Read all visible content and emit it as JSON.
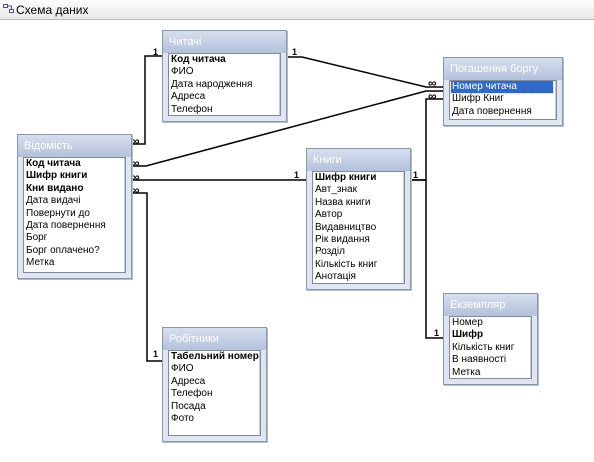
{
  "window": {
    "title": "Схема даних",
    "icon": "relationships-icon"
  },
  "tables": {
    "chitachi": {
      "title": "Читачі",
      "fields": [
        {
          "name": "Код читача",
          "pk": true
        },
        {
          "name": "ФИО",
          "pk": false
        },
        {
          "name": "Дата народження",
          "pk": false
        },
        {
          "name": "Адреса",
          "pk": false
        },
        {
          "name": "Телефон",
          "pk": false
        }
      ]
    },
    "pogashennya": {
      "title": "Погашення боргу",
      "fields": [
        {
          "name": "Номер читача",
          "pk": false,
          "selected": true
        },
        {
          "name": "Шифр Книг",
          "pk": false
        },
        {
          "name": "Дата повернення",
          "pk": false
        }
      ]
    },
    "vidomist": {
      "title": "Відомість",
      "fields": [
        {
          "name": "Код читача",
          "pk": true
        },
        {
          "name": "Шифр книги",
          "pk": true
        },
        {
          "name": "Кни видано",
          "pk": true
        },
        {
          "name": "Дата видачі",
          "pk": false
        },
        {
          "name": "Повернути до",
          "pk": false
        },
        {
          "name": "Дата повернення",
          "pk": false
        },
        {
          "name": "Борг",
          "pk": false
        },
        {
          "name": "Борг оплачено?",
          "pk": false
        },
        {
          "name": "Метка",
          "pk": false
        }
      ]
    },
    "knygy": {
      "title": "Книги",
      "fields": [
        {
          "name": "Шифр книги",
          "pk": true
        },
        {
          "name": "Авт_знак",
          "pk": false
        },
        {
          "name": "Назва книги",
          "pk": false
        },
        {
          "name": "Автор",
          "pk": false
        },
        {
          "name": "Видавництво",
          "pk": false
        },
        {
          "name": "Рік видання",
          "pk": false
        },
        {
          "name": "Розділ",
          "pk": false
        },
        {
          "name": "Кількість книг",
          "pk": false
        },
        {
          "name": "Анотація",
          "pk": false
        }
      ]
    },
    "ekzemplyar": {
      "title": "Екземпляр",
      "fields": [
        {
          "name": "Номер",
          "pk": false
        },
        {
          "name": "Шифр",
          "pk": true
        },
        {
          "name": "Кількість книг",
          "pk": false
        },
        {
          "name": "В наявності",
          "pk": false
        },
        {
          "name": "Метка",
          "pk": false
        }
      ]
    },
    "robitnyky": {
      "title": "Робітники",
      "fields": [
        {
          "name": "Табельний номер",
          "pk": true
        },
        {
          "name": "ФИО",
          "pk": false
        },
        {
          "name": "Адреса",
          "pk": false
        },
        {
          "name": "Телефон",
          "pk": false
        },
        {
          "name": "Посада",
          "pk": false
        },
        {
          "name": "Фото",
          "pk": false
        }
      ]
    }
  },
  "cardinality": {
    "one": "1",
    "many": "∞"
  }
}
